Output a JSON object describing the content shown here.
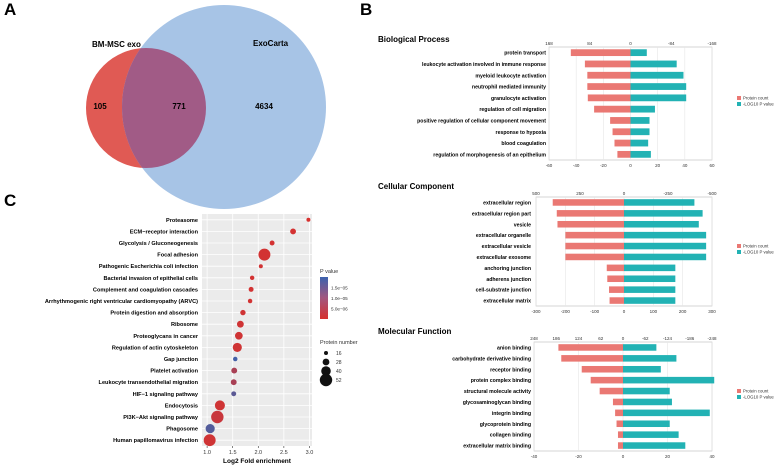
{
  "panel_letters": {
    "a": "A",
    "b": "B",
    "c": "C"
  },
  "venn": {
    "left_label": "BM-MSC exo",
    "right_label": "ExoCarta",
    "left_only": "105",
    "overlap": "771",
    "right_only": "4634",
    "colors": {
      "left": "#e05a54",
      "right": "#a7c4e6",
      "overlap": "#a15b86"
    }
  },
  "colors": {
    "protein_count": "#ea7873",
    "pvalue": "#22b2b4",
    "grid": "#e6e6e6"
  },
  "chart_data": [
    {
      "type": "bar",
      "title": "Biological Process",
      "orientation": "diverging-horizontal",
      "categories": [
        "protein transport",
        "leukocyte activation involved in immune response",
        "myeloid leukocyte activation",
        "neutrophil mediated immunity",
        "granulocyte activation",
        "regulation of cell migration",
        "positive regulation of cellular component movement",
        "response to hypoxia",
        "blood coagulation",
        "regulation of morphogenesis of an epithelium"
      ],
      "series": [
        {
          "name": "Protein count",
          "values": [
            123,
            94,
            89,
            89,
            88,
            75,
            42,
            37,
            33,
            27
          ]
        },
        {
          "name": "-LOG10 P value",
          "values": [
            12,
            34,
            39,
            41,
            41,
            18,
            14,
            14,
            13,
            15
          ]
        }
      ],
      "top_axis": {
        "ticks": [
          "168",
          "84",
          "0",
          "-84",
          "-168"
        ],
        "range": [
          168,
          -168
        ]
      },
      "bottom_axis": {
        "ticks": [
          "-60",
          "-40",
          "-20",
          "0",
          "20",
          "40",
          "60"
        ],
        "range": [
          -60,
          60
        ]
      },
      "legend": [
        "Protein count",
        "-LOG10 P value"
      ]
    },
    {
      "type": "bar",
      "title": "Cellular Component",
      "orientation": "diverging-horizontal",
      "categories": [
        "extracellular region",
        "extracellular region part",
        "vesicle",
        "extracellular organelle",
        "extracellular vesicle",
        "extracellular exosome",
        "anchoring junction",
        "adherens junction",
        "cell-substrate junction",
        "extracellular matrix"
      ],
      "series": [
        {
          "name": "Protein count",
          "values": [
            405,
            382,
            378,
            333,
            333,
            333,
            98,
            95,
            85,
            82
          ]
        },
        {
          "name": "-LOG10 P value",
          "values": [
            240,
            268,
            255,
            280,
            280,
            280,
            175,
            175,
            175,
            175
          ]
        }
      ],
      "top_axis": {
        "ticks": [
          "500",
          "250",
          "0",
          "-250",
          "-500"
        ],
        "range": [
          500,
          -500
        ]
      },
      "bottom_axis": {
        "ticks": [
          "-300",
          "-200",
          "-100",
          "0",
          "100",
          "200",
          "300"
        ],
        "range": [
          -300,
          300
        ]
      },
      "legend": [
        "Protein count",
        "-LOG10 P value"
      ]
    },
    {
      "type": "bar",
      "title": "Molecular Function",
      "orientation": "diverging-horizontal",
      "categories": [
        "anion binding",
        "carbohydrate derivative binding",
        "receptor binding",
        "protein complex binding",
        "structural molecule activity",
        "glycosaminoglycan binding",
        "integrin binding",
        "glycoprotein binding",
        "collagen binding",
        "extracellular matrix binding"
      ],
      "series": [
        {
          "name": "Protein count",
          "values": [
            180,
            172,
            115,
            90,
            65,
            28,
            22,
            18,
            14,
            14
          ]
        },
        {
          "name": "-LOG10 P value",
          "values": [
            15,
            24,
            17,
            41,
            21,
            22,
            39,
            21,
            25,
            28
          ]
        }
      ],
      "top_axis": {
        "ticks": [
          "248",
          "186",
          "124",
          "62",
          "0",
          "-62",
          "-124",
          "-186",
          "-248"
        ],
        "range": [
          248,
          -248
        ]
      },
      "bottom_axis": {
        "ticks": [
          "-40",
          "-20",
          "0",
          "20",
          "40"
        ],
        "range": [
          -40,
          40
        ]
      },
      "legend": [
        "Protein count",
        "-LOG10 P value"
      ]
    },
    {
      "type": "scatter",
      "xlabel": "Log2 Fold enrichment",
      "xlim": [
        0.9,
        3.05
      ],
      "x_ticks": [
        "1.0",
        "1.5",
        "2.0",
        "2.5",
        "3.0"
      ],
      "categories": [
        "Proteasome",
        "ECM−receptor interaction",
        "Glycolysis / Gluconeogenesis",
        "Focal adhesion",
        "Pathogenic Escherichia coli infection",
        "Bacterial invasion of epithelial cells",
        "Complement and coagulation cascades",
        "Arrhythmogenic right ventricular cardiomyopathy (ARVC)",
        "Protein digestion and absorption",
        "Ribosome",
        "Proteoglycans in cancer",
        "Regulation of actin cytoskeleton",
        "Gap junction",
        "Platelet activation",
        "Leukocyte transendothelial migration",
        "HIF−1 signaling pathway",
        "Endocytosis",
        "PI3K−Akt signaling pathway",
        "Phagosome",
        "Human papillomavirus infection"
      ],
      "x": [
        2.98,
        2.68,
        2.27,
        2.12,
        2.05,
        1.88,
        1.86,
        1.84,
        1.7,
        1.65,
        1.62,
        1.59,
        1.55,
        1.53,
        1.52,
        1.52,
        1.25,
        1.2,
        1.06,
        1.05
      ],
      "protein_number": [
        16,
        24,
        20,
        50,
        16,
        18,
        20,
        18,
        22,
        28,
        32,
        38,
        18,
        24,
        24,
        20,
        42,
        52,
        38,
        50
      ],
      "p_value": [
        2e-08,
        4e-07,
        5e-07,
        6e-07,
        8e-07,
        5e-07,
        6e-07,
        6e-07,
        1e-06,
        1e-06,
        1e-06,
        1e-06,
        1.9e-05,
        6e-06,
        6e-06,
        1.6e-05,
        1e-06,
        2e-06,
        1.7e-05,
        1e-06
      ],
      "color_legend": {
        "title": "P value",
        "ticks": [
          "1.5e−05",
          "1.0e−05",
          "5.0e−06"
        ],
        "range": [
          0,
          2e-05
        ],
        "low_color": "#d7312f",
        "high_color": "#3c63ae"
      },
      "size_legend": {
        "title": "Protein number",
        "values": [
          "16",
          "28",
          "40",
          "52"
        ]
      }
    }
  ]
}
